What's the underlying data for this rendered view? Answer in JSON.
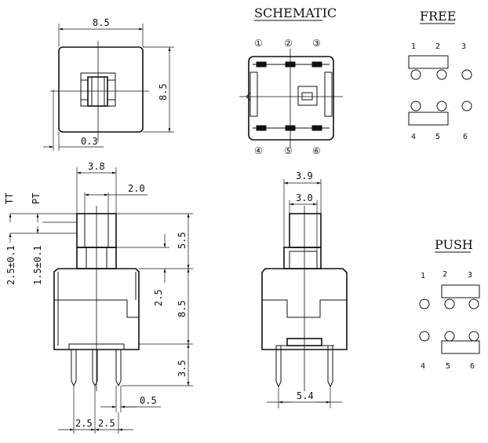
{
  "top_view": {
    "width_dim": "8.5",
    "height_dim": "8.5",
    "offset_dim": "0.3"
  },
  "schematic": {
    "title": "SCHEMATIC",
    "top_pins": [
      "①",
      "②",
      "③"
    ],
    "bottom_pins": [
      "④",
      "⑤",
      "⑥"
    ]
  },
  "free": {
    "title": "FREE",
    "top_pins": [
      "1",
      "2",
      "3"
    ],
    "bottom_pins": [
      "4",
      "5",
      "6"
    ]
  },
  "push": {
    "title": "PUSH",
    "top_pins": [
      "1",
      "2",
      "3"
    ],
    "bottom_pins": [
      "4",
      "5",
      "6"
    ]
  },
  "front_view": {
    "tt_label": "TT",
    "pt_label": "PT",
    "stem_width": "3.8",
    "stem_offset": "2.0",
    "tt_travel": "2.5±0.1",
    "pt_travel": "1.5±0.1",
    "stem_height": "5.5",
    "step_height": "2.5",
    "body_height": "8.5",
    "pin_length": "3.5",
    "pin_width": "0.5",
    "pitch_left": "2.5",
    "pitch_right": "2.5"
  },
  "side_view": {
    "outer_width": "3.9",
    "inner_width": "3.0",
    "pin_span": "5.4"
  }
}
